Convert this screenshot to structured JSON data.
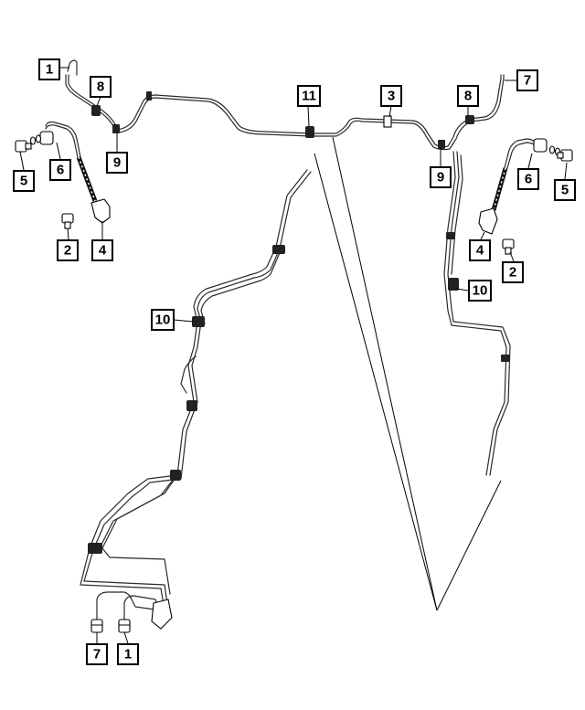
{
  "diagram": {
    "callouts": [
      {
        "id": "c1a",
        "label": "1"
      },
      {
        "id": "c8a",
        "label": "8"
      },
      {
        "id": "c9a",
        "label": "9"
      },
      {
        "id": "c6a",
        "label": "6"
      },
      {
        "id": "c5a",
        "label": "5"
      },
      {
        "id": "c2a",
        "label": "2"
      },
      {
        "id": "c4a",
        "label": "4"
      },
      {
        "id": "c11",
        "label": "11"
      },
      {
        "id": "c3",
        "label": "3"
      },
      {
        "id": "c8b",
        "label": "8"
      },
      {
        "id": "c7a",
        "label": "7"
      },
      {
        "id": "c9b",
        "label": "9"
      },
      {
        "id": "c6b",
        "label": "6"
      },
      {
        "id": "c5b",
        "label": "5"
      },
      {
        "id": "c4b",
        "label": "4"
      },
      {
        "id": "c2b",
        "label": "2"
      },
      {
        "id": "c10a",
        "label": "10"
      },
      {
        "id": "c10b",
        "label": "10"
      },
      {
        "id": "c7b",
        "label": "7"
      },
      {
        "id": "c1b",
        "label": "1"
      }
    ]
  }
}
